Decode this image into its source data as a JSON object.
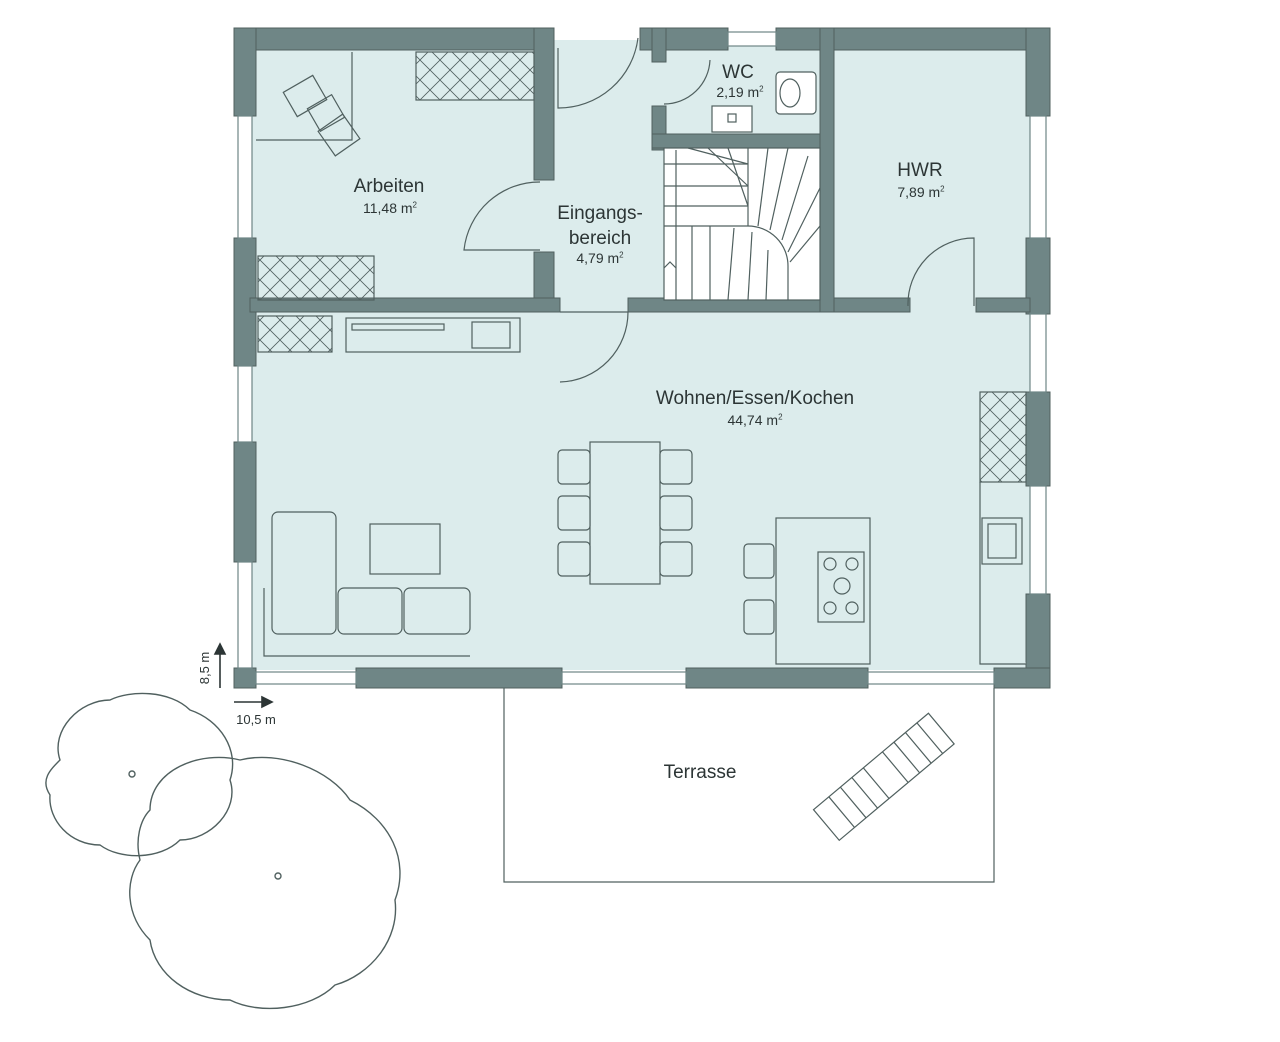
{
  "rooms": {
    "arbeiten": {
      "name": "Arbeiten",
      "area": "11,48 m",
      "sup": "2"
    },
    "eingang": {
      "name1": "Eingangs-",
      "name2": "bereich",
      "area": "4,79 m",
      "sup": "2"
    },
    "wc": {
      "name": "WC",
      "area": "2,19 m",
      "sup": "2"
    },
    "hwr": {
      "name": "HWR",
      "area": "7,89 m",
      "sup": "2"
    },
    "wohnen": {
      "name": "Wohnen/Essen/Kochen",
      "area": "44,74 m",
      "sup": "2"
    },
    "terrasse": {
      "name": "Terrasse"
    }
  },
  "dimensions": {
    "depth": "8,5 m",
    "width": "10,5 m"
  },
  "colors": {
    "wall": "#6f8686",
    "floor": "#dcecec",
    "line": "#50605f"
  }
}
